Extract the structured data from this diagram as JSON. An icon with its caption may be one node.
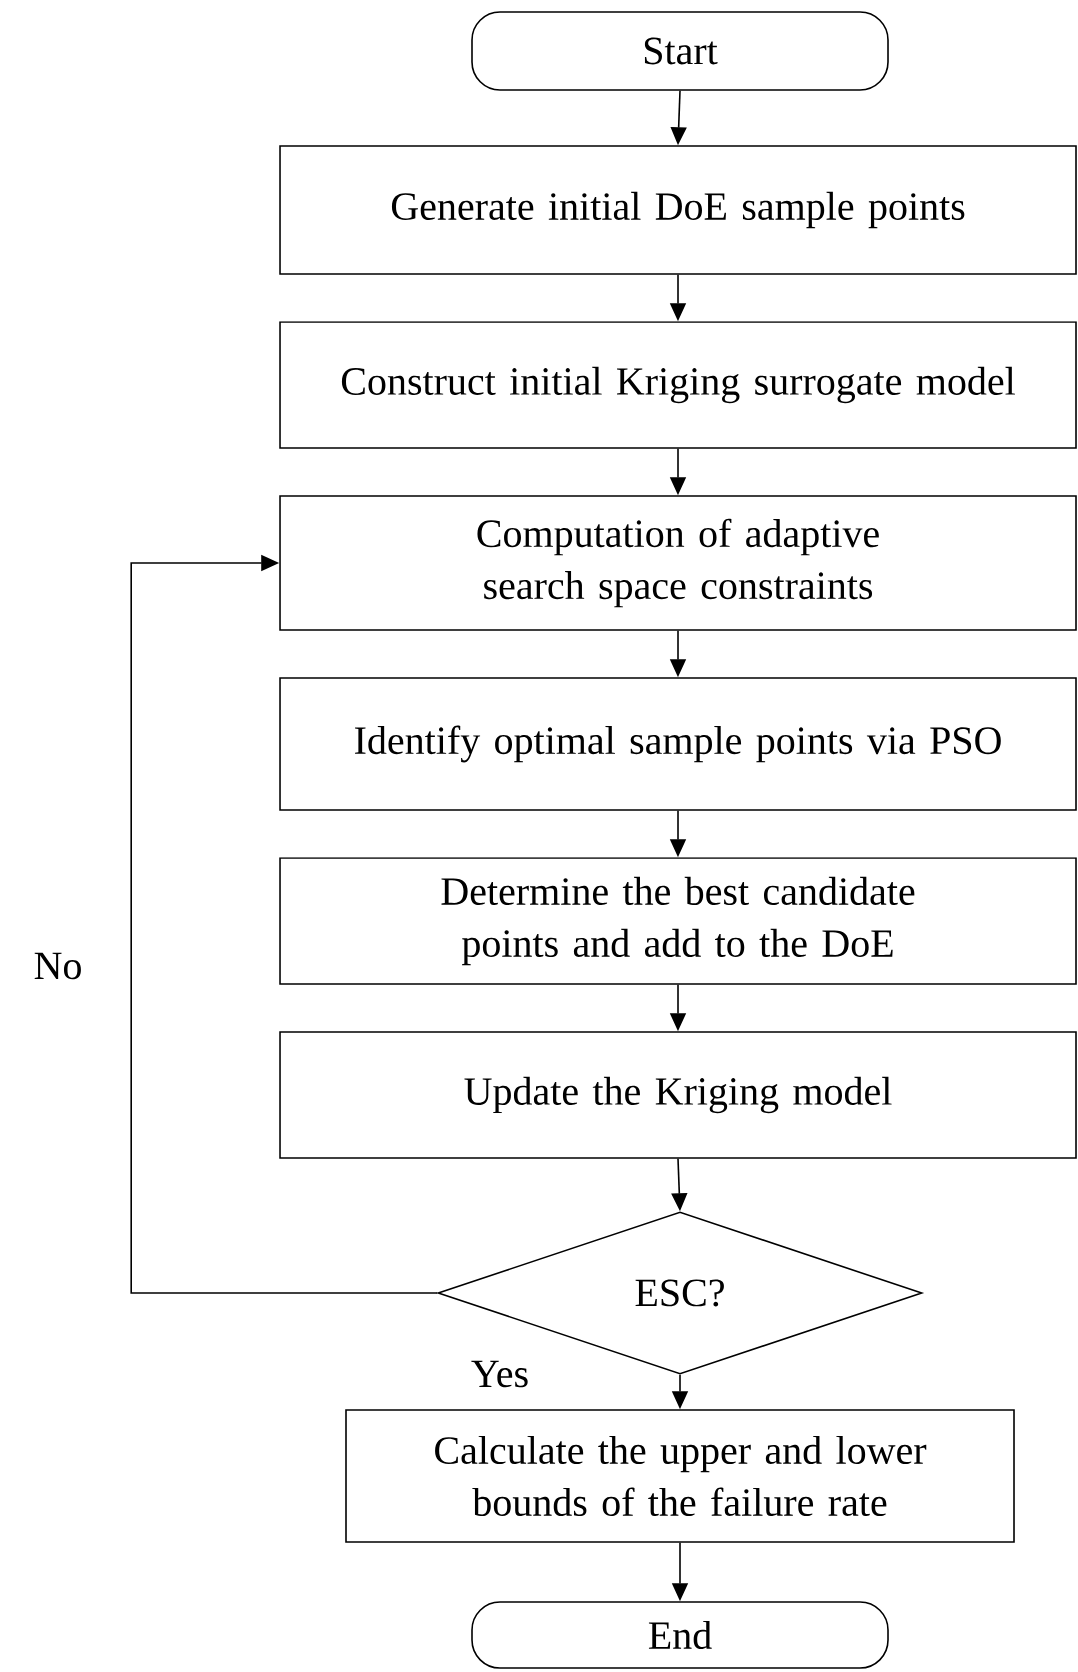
{
  "diagram": {
    "nodes": [
      {
        "text": [
          "Start"
        ]
      },
      {
        "text": [
          "Generate initial DoE sample points"
        ]
      },
      {
        "text": [
          "Construct initial Kriging surrogate model"
        ]
      },
      {
        "text": [
          "Computation of adaptive search space constraints"
        ]
      },
      {
        "text": [
          "Identify optimal sample points via PSO"
        ]
      },
      {
        "text": [
          "Determine the best candidate points and add to the DoE"
        ]
      },
      {
        "text": [
          "Update the Kriging  model"
        ]
      },
      {
        "text": [
          "ESC?"
        ]
      },
      {
        "text": [
          "Calculate the upper and lower bounds of the failure rate"
        ]
      },
      {
        "text": [
          "End"
        ]
      }
    ],
    "edges": [
      {
        "from": 0,
        "to": 1,
        "arrow": "to"
      },
      {
        "from": 1,
        "to": 2,
        "arrow": "to"
      },
      {
        "from": 2,
        "to": 3,
        "arrow": "to"
      },
      {
        "from": 3,
        "to": 4,
        "arrow": "to"
      },
      {
        "from": 4,
        "to": 5,
        "arrow": "to"
      },
      {
        "from": 5,
        "to": 6,
        "arrow": "to"
      },
      {
        "from": 6,
        "to": 7,
        "arrow": "to"
      },
      {
        "from": 7,
        "to": 8,
        "arrow": "to",
        "label": "Yes"
      },
      {
        "from": 8,
        "to": 9,
        "arrow": "to"
      },
      {
        "from": 7,
        "to": 3,
        "arrow": "to",
        "label": "No"
      }
    ]
  }
}
